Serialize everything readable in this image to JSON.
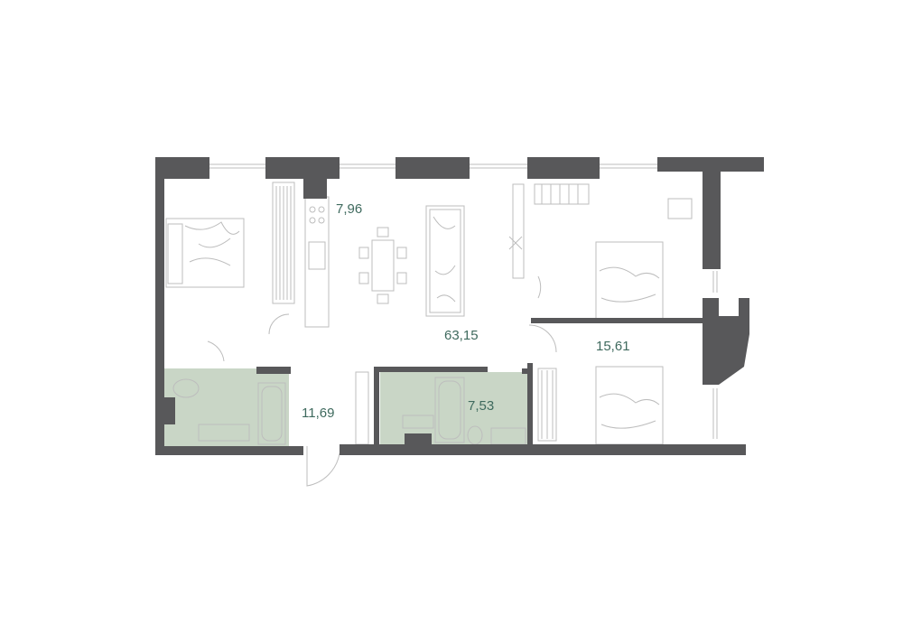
{
  "rooms": [
    {
      "id": "kitchen",
      "area": "7,96"
    },
    {
      "id": "living",
      "area": "63,15"
    },
    {
      "id": "bedroom-right",
      "area": "15,61"
    },
    {
      "id": "hall",
      "area": "11,69"
    },
    {
      "id": "bathroom",
      "area": "7,53"
    }
  ],
  "colors": {
    "wall": "#58585a",
    "wet_zone": "#c9d6c6",
    "area_text": "#3f6a5e",
    "furniture_line": "#bdbdbd"
  }
}
